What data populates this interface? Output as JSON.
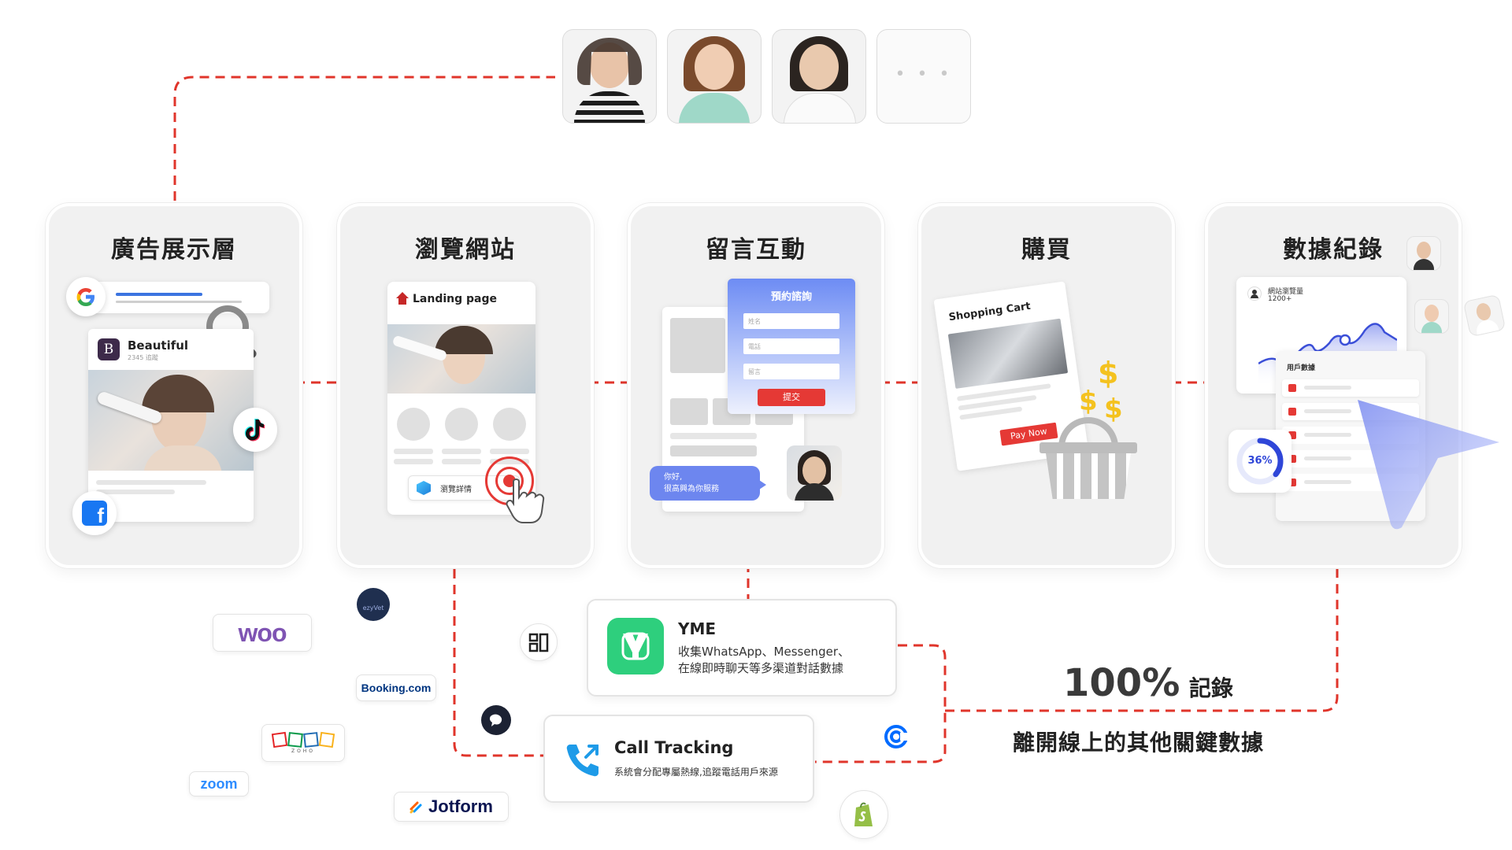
{
  "stages": {
    "ads": {
      "title": "廣告展示層",
      "profile_name": "Beautiful",
      "profile_followers": "2345 追蹤",
      "profile_initial": "B"
    },
    "browse": {
      "title": "瀏覽網站",
      "landing_label": "Landing page",
      "browse_button": "瀏覽詳情"
    },
    "comment": {
      "title": "留言互動",
      "form_title": "預約諮詢",
      "field_name": "姓名",
      "field_phone": "電話",
      "field_message": "留言",
      "submit": "提交",
      "chat_line1": "你好,",
      "chat_line2": "很高興為你服務"
    },
    "purchase": {
      "title": "購買",
      "cart_label": "Shopping Cart",
      "pay_button": "Pay Now"
    },
    "data": {
      "title": "數據紀錄",
      "visits_label": "網站瀏覽量",
      "visits_value": "1200+",
      "users_label": "用戶數據",
      "progress_label": "36%",
      "progress_value": 0.36
    }
  },
  "avatars": {
    "more": "• • •"
  },
  "yme": {
    "name": "YME",
    "desc_line1": "收集WhatsApp、Messenger、",
    "desc_line2": "在線即時聊天等多渠道對話數據"
  },
  "call_tracking": {
    "name": "Call Tracking",
    "desc": "系統會分配專屬熱線,追蹤電話用戶來源"
  },
  "summary": {
    "percent": "100%",
    "record": "記錄",
    "subtitle": "離開線上的其他關鍵數據"
  },
  "integrations": {
    "woo": "woo",
    "ezyvet": "ezyVet",
    "booking": "Booking.com",
    "zoho": "ZOHO",
    "zoom": "zoom",
    "jotform": "Jotform"
  },
  "colors": {
    "accent_red": "#e0352b",
    "yme_green": "#2ecf7d",
    "call_blue": "#1e9be8",
    "funnel_blue": "#7c8cf0"
  }
}
